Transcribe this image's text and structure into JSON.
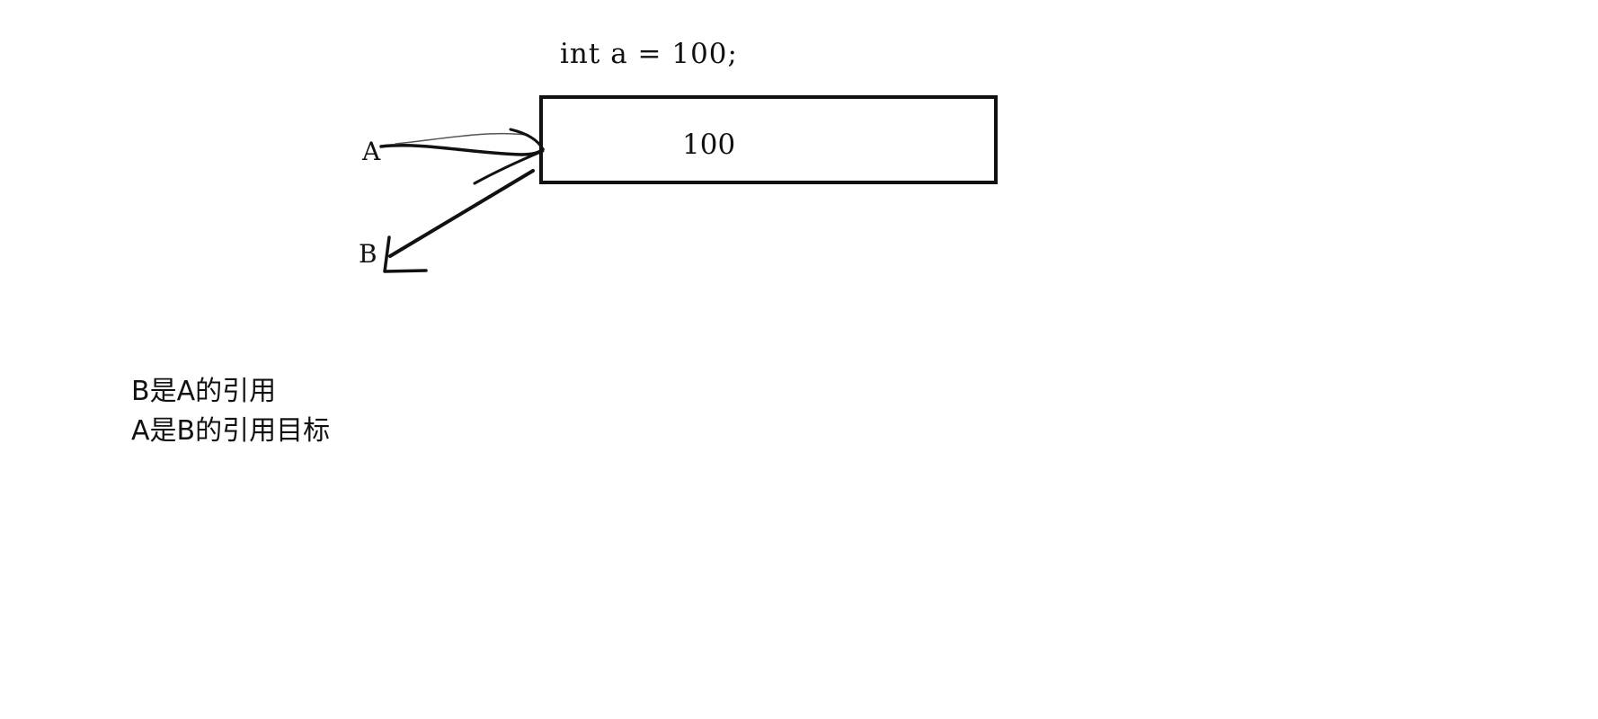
{
  "code": {
    "text": "int a = 100;"
  },
  "memory_cell": {
    "value": "100"
  },
  "labels": {
    "a": "A",
    "b": "B"
  },
  "notes": [
    "B是A的引用",
    "A是B的引用目标"
  ],
  "colors": {
    "ink": "#111111",
    "background": "#ffffff"
  }
}
